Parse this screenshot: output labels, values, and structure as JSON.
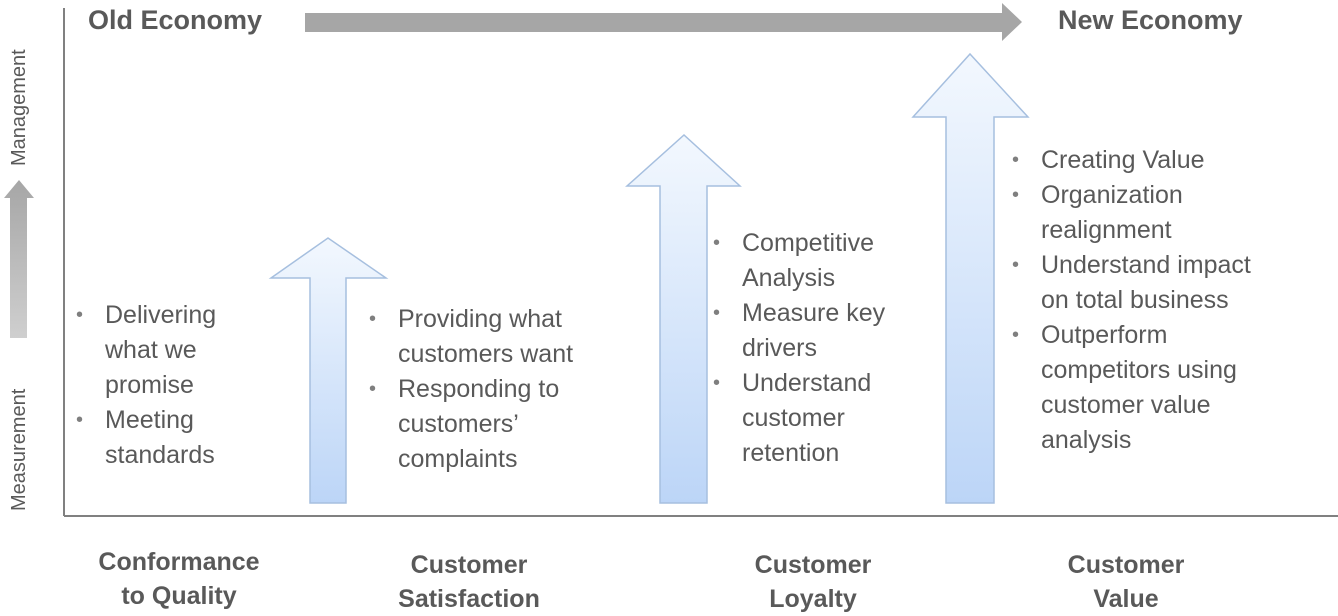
{
  "header": {
    "left_title": "Old Economy",
    "right_title": "New Economy"
  },
  "y_axis": {
    "top_label": "Management",
    "bottom_label": "Measurement"
  },
  "colors": {
    "arrow_gradient_top": "#f3f8fe",
    "arrow_gradient_bottom": "#bcd5f7",
    "arrow_outline": "#a6bfdf",
    "gray_arrow": "#bfbfbf",
    "axis": "#808080",
    "text": "#595959"
  },
  "stages": [
    {
      "label_line1": "Conformance",
      "label_line2": "to Quality",
      "bullets": [
        {
          "line1": "Delivering",
          "line2": "what we",
          "line3": "promise"
        },
        {
          "line1": "Meeting",
          "line2": "standards"
        }
      ]
    },
    {
      "label_line1": "Customer",
      "label_line2": "Satisfaction",
      "bullets": [
        {
          "line1": "Providing what",
          "line2": "customers want"
        },
        {
          "line1": "Responding to",
          "line2": "customers’",
          "line3": "complaints"
        }
      ]
    },
    {
      "label_line1": "Customer",
      "label_line2": "Loyalty",
      "bullets": [
        {
          "line1": "Competitive",
          "line2": "Analysis"
        },
        {
          "line1": "Measure key",
          "line2": "drivers"
        },
        {
          "line1": "Understand",
          "line2": "customer",
          "line3": "retention"
        }
      ]
    },
    {
      "label_line1": "Customer",
      "label_line2": "Value",
      "bullets": [
        {
          "line1": "Creating Value"
        },
        {
          "line1": "Organization",
          "line2": "realignment"
        },
        {
          "line1": "Understand impact",
          "line2": "on total business"
        },
        {
          "line1": "Outperform",
          "line2": "competitors using",
          "line3": "customer value",
          "line4": "analysis"
        }
      ]
    }
  ]
}
